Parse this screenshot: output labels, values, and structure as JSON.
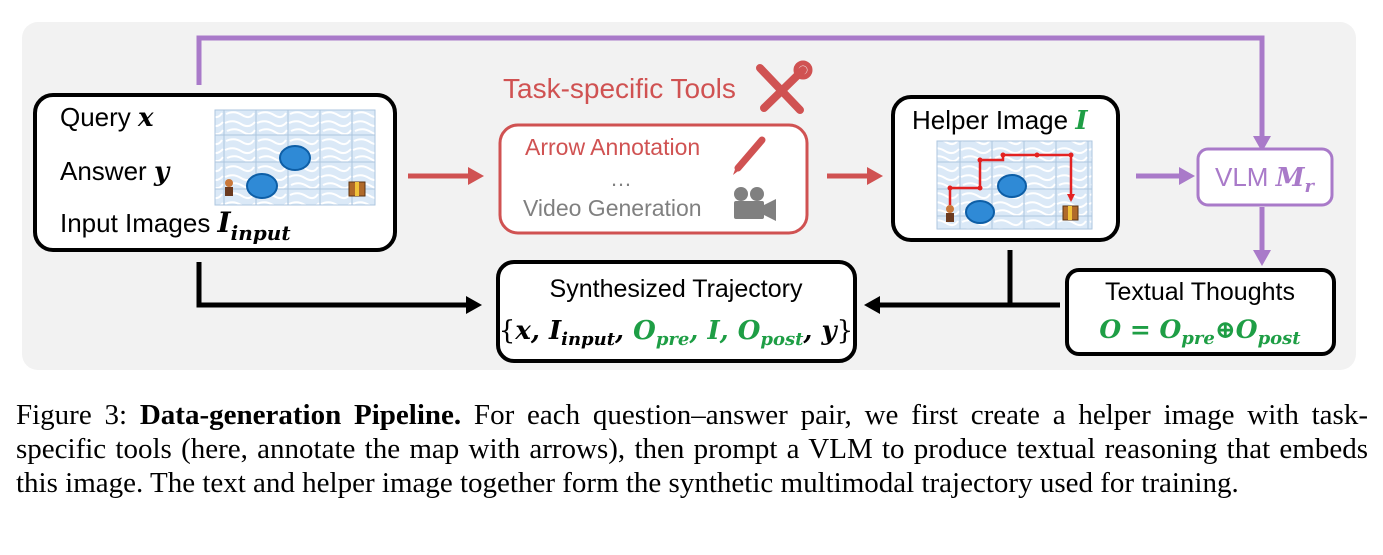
{
  "colors": {
    "panel_bg": "#f2f2f2",
    "red": "#d05252",
    "purple": "#a97ac9",
    "green": "#1e9e45",
    "black": "#000000",
    "gray_text": "#808080"
  },
  "input_box": {
    "query_label": "Query",
    "query_var": "x",
    "answer_label": "Answer",
    "answer_var": "y",
    "images_label": "Input Images",
    "images_var": "I",
    "images_sub": "input"
  },
  "tools": {
    "title": "Task-specific Tools",
    "item1": "Arrow Annotation",
    "ellipsis": "…",
    "item2": "Video Generation"
  },
  "helper": {
    "label": "Helper Image",
    "var": "I"
  },
  "vlm": {
    "label": "VLM",
    "var": "M",
    "sub": "r"
  },
  "thoughts": {
    "label": "Textual Thoughts",
    "formula": "O = O_pre ⊕ O_post"
  },
  "trajectory": {
    "label": "Synthesized Trajectory",
    "formula": "{x, I_input, O_pre, I, O_post, y}"
  },
  "caption": {
    "prefix": "Figure 3: ",
    "bold": "Data-generation Pipeline.",
    "text": " For each question–answer pair, we first create a helper image with task-specific tools (here, annotate the map with arrows), then prompt a VLM to produce textual reasoning that embeds this image. The text and helper image together form the synthetic multimodal trajectory used for training."
  }
}
